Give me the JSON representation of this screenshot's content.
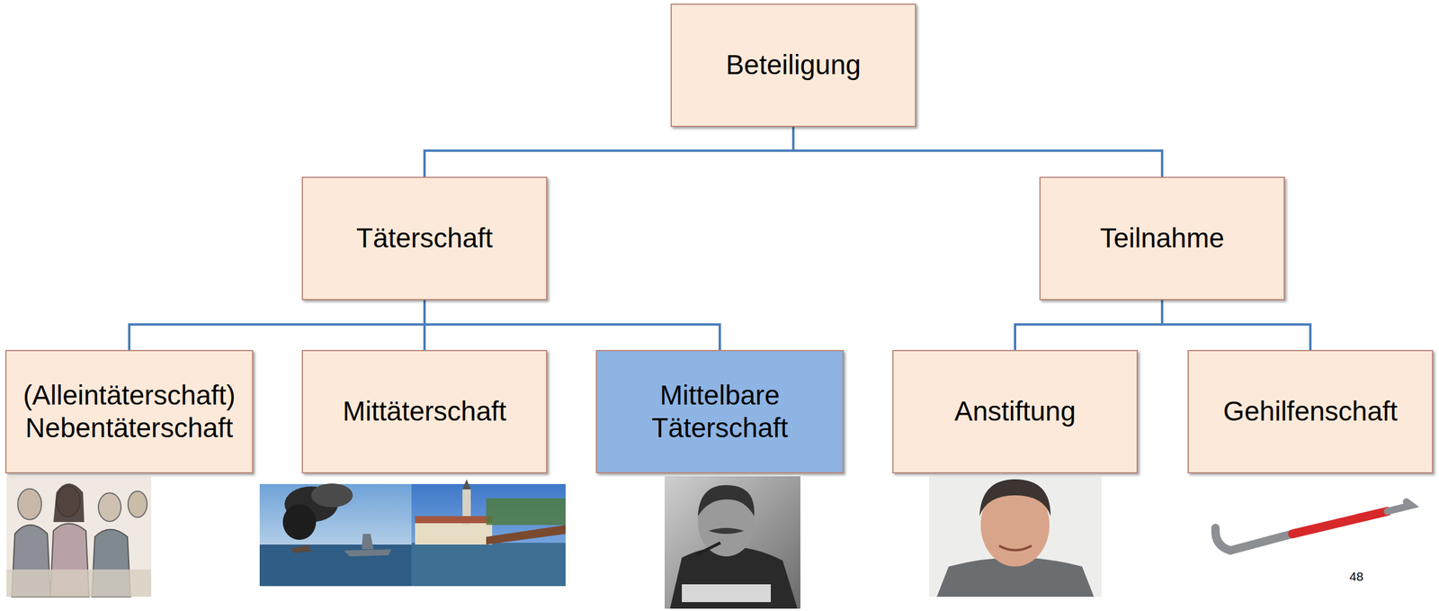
{
  "diagram": {
    "nodes": [
      {
        "text": [
          "Beteiligung"
        ]
      },
      {
        "text": [
          "Täterschaft"
        ]
      },
      {
        "text": [
          "Teilnahme"
        ]
      },
      {
        "text": [
          "(Alleintäterschaft) Nebentäterschaft"
        ]
      },
      {
        "text": [
          "Mittäterschaft"
        ]
      },
      {
        "text": [
          "Mittelbare Täterschaft"
        ]
      },
      {
        "text": [
          "Anstiftung"
        ]
      },
      {
        "text": [
          "Gehilfenschaft"
        ]
      }
    ],
    "edges": [
      {
        "from": 0,
        "to": 1,
        "arrow": "none"
      },
      {
        "from": 0,
        "to": 2,
        "arrow": "none"
      },
      {
        "from": 1,
        "to": 3,
        "arrow": "none"
      },
      {
        "from": 1,
        "to": 4,
        "arrow": "none"
      },
      {
        "from": 1,
        "to": 5,
        "arrow": "none"
      },
      {
        "from": 2,
        "to": 6,
        "arrow": "none"
      },
      {
        "from": 2,
        "to": 7,
        "arrow": "none"
      }
    ],
    "labels": [
      "48"
    ]
  }
}
